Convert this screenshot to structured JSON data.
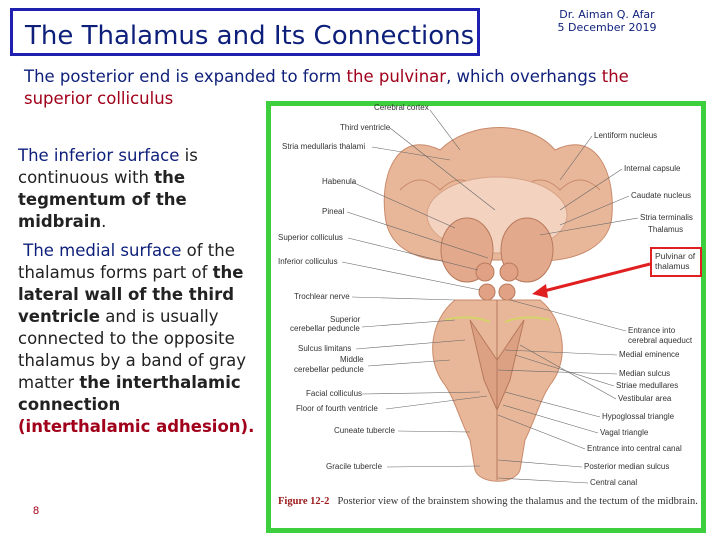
{
  "slide": {
    "title": "The Thalamus and Its Connections",
    "author_line1": "Dr. Aiman Q. Afar",
    "author_line2": "5  December  2019",
    "page_number": "8"
  },
  "paragraphs": {
    "p1": {
      "t1": "The posterior end",
      "t2": " is expanded to form ",
      "t3": "the pulvinar",
      "t4": ", which overhangs ",
      "t5": "the superior colliculus"
    },
    "p2": {
      "t1": "The inferior surface",
      "t2": " is continuous with ",
      "t3": "the tegmentum of the midbrain",
      "t4": "."
    },
    "p3": {
      "t1": "The medial surface",
      "t2": " of the thalamus forms part of ",
      "t3": "the lateral wall of the third ventricle",
      "t4": " and is usually connected to the opposite thalamus by a band of gray matter ",
      "t5": "the interthalamic connection",
      "t6": " (interthalamic adhesion)."
    }
  },
  "figure": {
    "labels_left": [
      "Stria medullaris thalami",
      "Habenula",
      "Pineal",
      "Superior colliculus",
      "Inferior colliculus",
      "Trochlear nerve",
      "Superior",
      "cerebellar peduncle",
      "Sulcus limitans",
      "Middle",
      "cerebellar peduncle",
      "Facial colliculus",
      "Floor of fourth ventricle",
      "Cuneate tubercle",
      "Gracile tubercle"
    ],
    "labels_top": [
      "Cerebral cortex",
      "Third ventricle"
    ],
    "labels_right": [
      "Lentiform nucleus",
      "Internal capsule",
      "Caudate nucleus",
      "Stria terminalis",
      "Thalamus",
      "Entrance into",
      "cerebral aqueduct",
      "Medial eminence",
      "Median sulcus",
      "Striae medullares",
      "Vestibular area",
      "Hypoglossal triangle",
      "Vagal triangle",
      "Entrance into central canal",
      "Posterior median sulcus",
      "Central canal"
    ],
    "pulvinar_label_line1": "Pulvinar of",
    "pulvinar_label_line2": "thalamus",
    "caption_fig": "Figure 12-2",
    "caption_text": "Posterior view of the brainstem showing the thalamus and the tectum of the midbrain.",
    "colors": {
      "frame": "#3ecf3e",
      "arrow": "#e02020",
      "tissue": "#e8b79a",
      "tissue_dark": "#c98a6a"
    }
  }
}
